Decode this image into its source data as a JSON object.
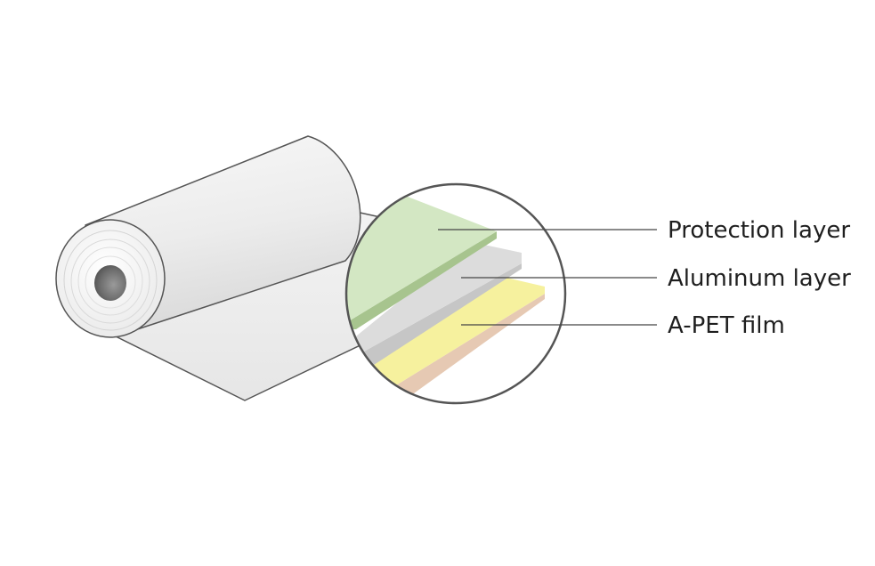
{
  "diagram": {
    "labels": {
      "protection": "Protection layer",
      "aluminum": "Aluminum layer",
      "apet": "A-PET film"
    },
    "colors": {
      "protection_layer": "#d3e7c3",
      "aluminum_layer": "#dcdcdc",
      "apet_film": "#f6f19e",
      "apet_edge": "#e6c9b3",
      "outline": "#555555",
      "leader_line": "#444444"
    }
  }
}
